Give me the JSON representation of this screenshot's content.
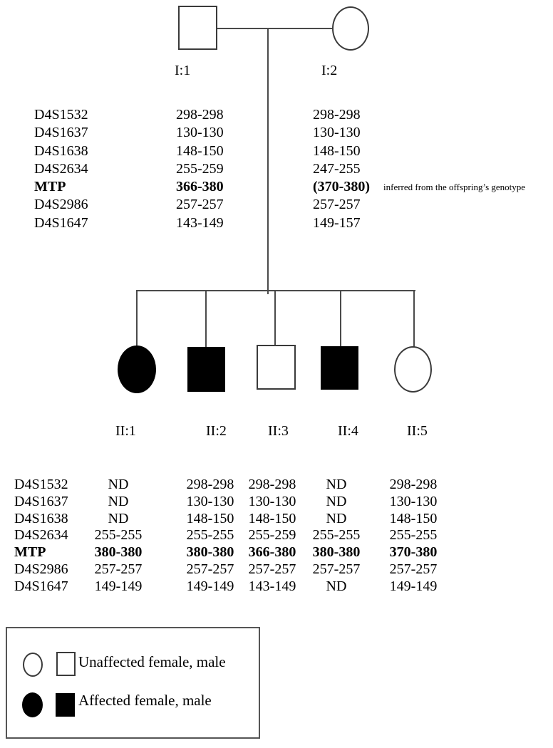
{
  "figure": {
    "kind": "family-pedigree-with-genotypes"
  },
  "generation_I": {
    "individuals": [
      {
        "id": "I:1",
        "sex": "male",
        "affected": false
      },
      {
        "id": "I:2",
        "sex": "female",
        "affected": false
      }
    ]
  },
  "generation_II": {
    "individuals": [
      {
        "id": "II:1",
        "sex": "female",
        "affected": true
      },
      {
        "id": "II:2",
        "sex": "male",
        "affected": true
      },
      {
        "id": "II:3",
        "sex": "male",
        "affected": false
      },
      {
        "id": "II:4",
        "sex": "male",
        "affected": true
      },
      {
        "id": "II:5",
        "sex": "female",
        "affected": false
      }
    ]
  },
  "parents_genotypes": {
    "columns": [
      "marker",
      "I:1",
      "I:2"
    ],
    "rows": [
      {
        "marker": "D4S1532",
        "I1": "298-298",
        "I2": "298-298",
        "bold": false
      },
      {
        "marker": "D4S1637",
        "I1": "130-130",
        "I2": "130-130",
        "bold": false
      },
      {
        "marker": "D4S1638",
        "I1": "148-150",
        "I2": "148-150",
        "bold": false
      },
      {
        "marker": "D4S2634",
        "I1": "255-259",
        "I2": "247-255",
        "bold": false
      },
      {
        "marker": "MTP",
        "I1": "366-380",
        "I2": "(370-380)",
        "note": "inferred from the offspring’s genotype",
        "bold": true
      },
      {
        "marker": "D4S2986",
        "I1": "257-257",
        "I2": "257-257",
        "bold": false
      },
      {
        "marker": "D4S1647",
        "I1": "143-149",
        "I2": "149-157",
        "bold": false
      }
    ]
  },
  "offspring_genotypes": {
    "columns": [
      "marker",
      "II:1",
      "II:2",
      "II:3",
      "II:4",
      "II:5"
    ],
    "rows": [
      {
        "marker": "D4S1532",
        "II1": "ND",
        "II2": "298-298",
        "II3": "298-298",
        "II4": "ND",
        "II5": "298-298",
        "bold": false
      },
      {
        "marker": "D4S1637",
        "II1": "ND",
        "II2": "130-130",
        "II3": "130-130",
        "II4": "ND",
        "II5": "130-130",
        "bold": false
      },
      {
        "marker": "D4S1638",
        "II1": "ND",
        "II2": "148-150",
        "II3": "148-150",
        "II4": "ND",
        "II5": "148-150",
        "bold": false
      },
      {
        "marker": "D4S2634",
        "II1": "255-255",
        "II2": "255-255",
        "II3": "255-259",
        "II4": "255-255",
        "II5": "255-255",
        "bold": false
      },
      {
        "marker": "MTP",
        "II1": "380-380",
        "II2": "380-380",
        "II3": "366-380",
        "II4": "380-380",
        "II5": "370-380",
        "bold": true
      },
      {
        "marker": "D4S2986",
        "II1": "257-257",
        "II2": "257-257",
        "II3": "257-257",
        "II4": "257-257",
        "II5": "257-257",
        "bold": false
      },
      {
        "marker": "D4S1647",
        "II1": "149-149",
        "II2": "149-149",
        "II3": "143-149",
        "II4": "ND",
        "II5": "149-149",
        "bold": false
      }
    ]
  },
  "legend": {
    "unaffected_label": "Unaffected female, male",
    "affected_label": "Affected female, male"
  },
  "colors": {
    "background": "#ffffff",
    "line": "#4a4a4a",
    "text": "#000000",
    "affected_fill": "#000000"
  }
}
